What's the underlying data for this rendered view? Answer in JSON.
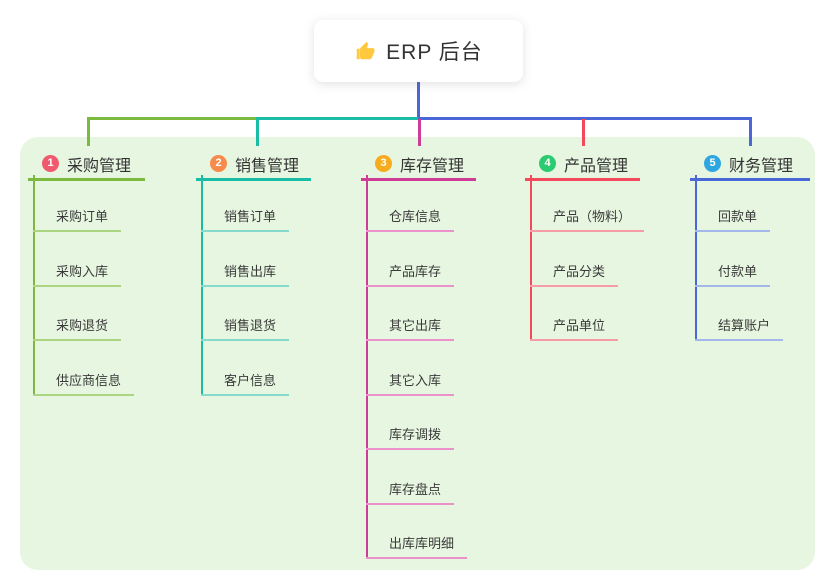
{
  "root": {
    "label": "ERP 后台",
    "icon": "thumbs-up-icon",
    "icon_color": "#FFC83D"
  },
  "branches": [
    {
      "badge": "1",
      "label": "采购管理",
      "badge_color": "#F05A6E",
      "line_color": "#7CB93F",
      "child_line_color": "#ABD581",
      "children": [
        "采购订单",
        "采购入库",
        "采购退货",
        "供应商信息"
      ]
    },
    {
      "badge": "2",
      "label": "销售管理",
      "badge_color": "#F78B4C",
      "line_color": "#19BDA5",
      "child_line_color": "#85DACB",
      "children": [
        "销售订单",
        "销售出库",
        "销售退货",
        "客户信息"
      ]
    },
    {
      "badge": "3",
      "label": "库存管理",
      "badge_color": "#F7AC1E",
      "line_color": "#CE3C96",
      "child_line_color": "#EA92C9",
      "children": [
        "仓库信息",
        "产品库存",
        "其它出库",
        "其它入库",
        "库存调拨",
        "库存盘点",
        "出库库明细"
      ]
    },
    {
      "badge": "4",
      "label": "产品管理",
      "badge_color": "#2DCB71",
      "line_color": "#F4495C",
      "child_line_color": "#F89CA7",
      "children": [
        "产品（物料）",
        "产品分类",
        "产品单位"
      ]
    },
    {
      "badge": "5",
      "label": "财务管理",
      "badge_color": "#2EA7E0",
      "line_color": "#4A67D8",
      "child_line_color": "#A3B7EA",
      "children": [
        "回款单",
        "付款单",
        "结算账户"
      ]
    }
  ],
  "colors": {
    "canvas_bg": "#FFFFFF",
    "panel_bg": "#E7F6E1",
    "root_connector": "#4A67D8",
    "text": "#333333"
  }
}
